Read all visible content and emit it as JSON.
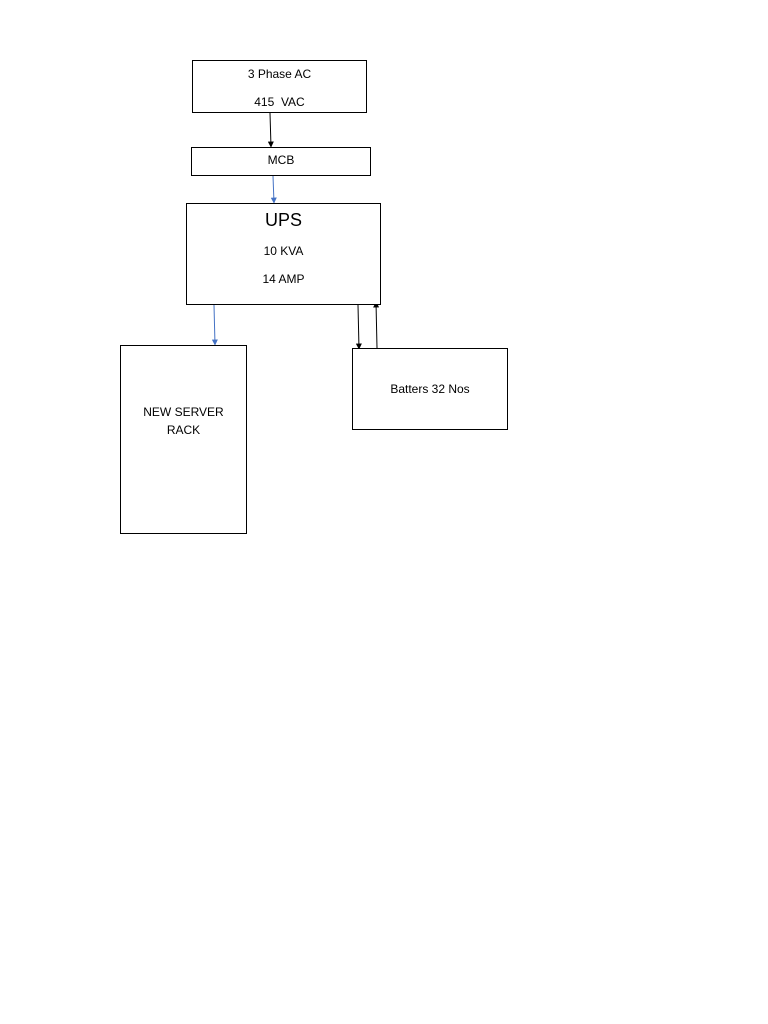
{
  "nodes": {
    "ac_source": {
      "line1": "3 Phase AC",
      "line2": "415  VAC"
    },
    "mcb": {
      "label": "MCB"
    },
    "ups": {
      "title": "UPS",
      "line1": "10 KVA",
      "line2": "14 AMP"
    },
    "server_rack": {
      "line1": "NEW SERVER",
      "line2": "RACK"
    },
    "batteries": {
      "label": "Batters 32 Nos"
    }
  },
  "edges": [
    {
      "from": "ac_source",
      "to": "mcb",
      "color": "#000000"
    },
    {
      "from": "mcb",
      "to": "ups",
      "color": "#4472c4"
    },
    {
      "from": "ups",
      "to": "server_rack",
      "color": "#4472c4"
    },
    {
      "from": "ups",
      "to": "batteries",
      "color": "#000000"
    },
    {
      "from": "batteries",
      "to": "ups",
      "color": "#000000"
    }
  ]
}
